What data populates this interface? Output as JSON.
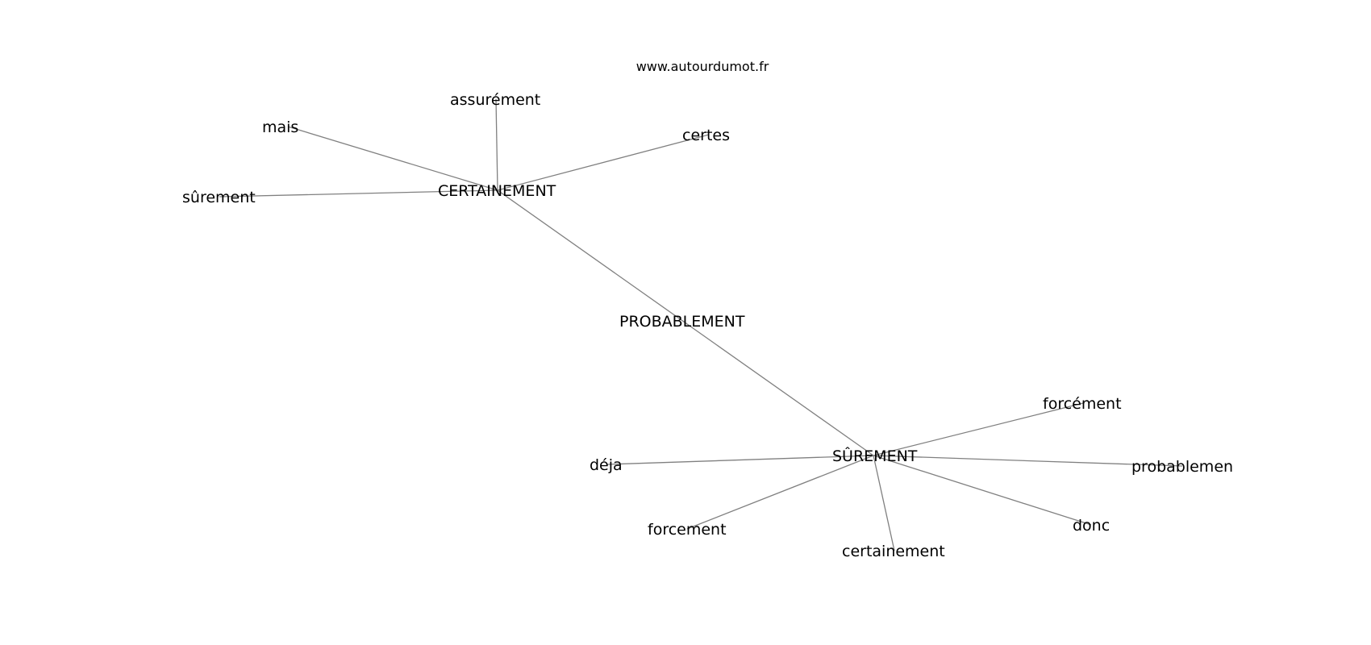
{
  "source": "www.autourdumot.fr",
  "nodes": [
    {
      "id": "CERTAINEMENT",
      "label": "CERTAINEMENT"
    },
    {
      "id": "PROBABLEMENT",
      "label": "PROBABLEMENT"
    },
    {
      "id": "SUREMENT_HUB",
      "label": "SÛREMENT"
    },
    {
      "id": "assurement",
      "label": "assurément"
    },
    {
      "id": "mais",
      "label": "mais"
    },
    {
      "id": "certes",
      "label": "certes"
    },
    {
      "id": "surement",
      "label": "sûrement"
    },
    {
      "id": "forcement_acc",
      "label": "forcément"
    },
    {
      "id": "deja",
      "label": "déja"
    },
    {
      "id": "probablemen",
      "label": "probablemen"
    },
    {
      "id": "forcement",
      "label": "forcement"
    },
    {
      "id": "donc",
      "label": "donc"
    },
    {
      "id": "certainement",
      "label": "certainement"
    }
  ],
  "edges": [
    [
      "CERTAINEMENT",
      "assurement"
    ],
    [
      "CERTAINEMENT",
      "mais"
    ],
    [
      "CERTAINEMENT",
      "certes"
    ],
    [
      "CERTAINEMENT",
      "surement"
    ],
    [
      "CERTAINEMENT",
      "SUREMENT_HUB"
    ],
    [
      "SUREMENT_HUB",
      "forcement_acc"
    ],
    [
      "SUREMENT_HUB",
      "deja"
    ],
    [
      "SUREMENT_HUB",
      "probablemen"
    ],
    [
      "SUREMENT_HUB",
      "forcement"
    ],
    [
      "SUREMENT_HUB",
      "donc"
    ],
    [
      "SUREMENT_HUB",
      "certainement"
    ]
  ]
}
